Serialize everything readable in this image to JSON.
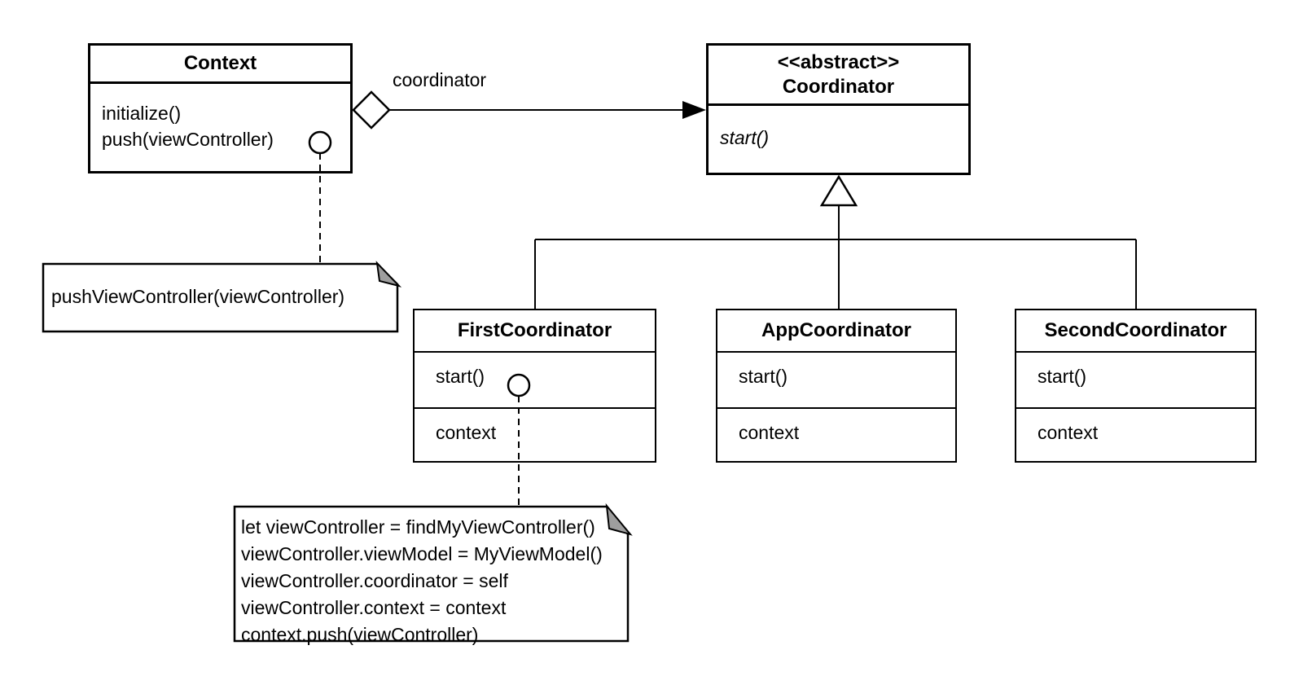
{
  "diagram": {
    "classes": {
      "context": {
        "title": "Context",
        "methods": [
          "initialize()",
          "push(viewController)"
        ]
      },
      "coordinator": {
        "stereotype": "<<abstract>>",
        "title": "Coordinator",
        "methods": [
          "start()"
        ]
      },
      "first_coordinator": {
        "title": "FirstCoordinator",
        "operations": [
          "start()"
        ],
        "attributes": [
          "context"
        ]
      },
      "app_coordinator": {
        "title": "AppCoordinator",
        "operations": [
          "start()"
        ],
        "attributes": [
          "context"
        ]
      },
      "second_coordinator": {
        "title": "SecondCoordinator",
        "operations": [
          "start()"
        ],
        "attributes": [
          "context"
        ]
      }
    },
    "relationships": {
      "aggregation_label": "coordinator"
    },
    "notes": {
      "push_note": {
        "lines": [
          "pushViewController(viewController)"
        ]
      },
      "start_note": {
        "lines": [
          "let viewController = findMyViewController()",
          "viewController.viewModel = MyViewModel()",
          "viewController.coordinator = self",
          "viewController.context = context",
          "context.push(viewController)"
        ]
      }
    },
    "colors": {
      "stroke": "#000000",
      "background": "#ffffff",
      "note_fold": "#9e9e9e"
    }
  }
}
